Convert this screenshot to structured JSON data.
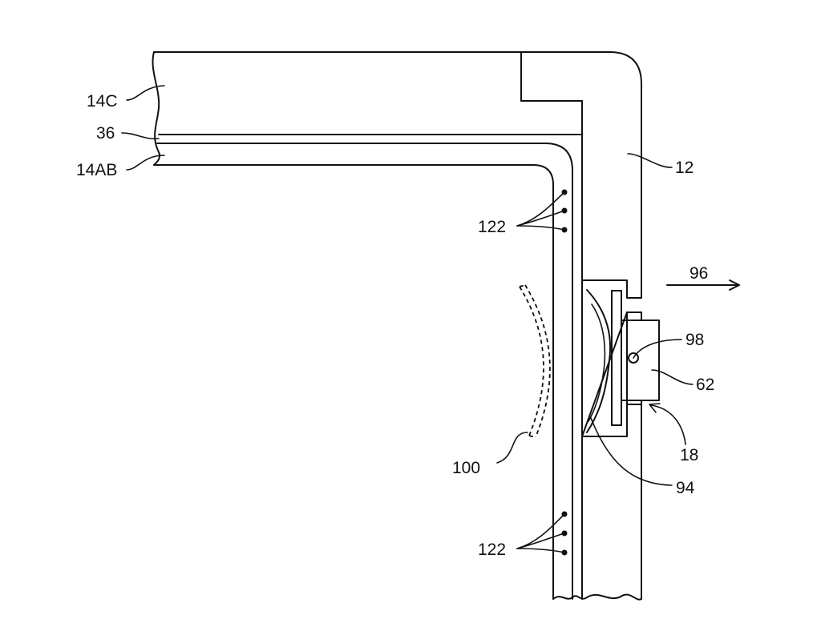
{
  "labels": {
    "ref_14c": "14C",
    "ref_36": "36",
    "ref_14ab": "14AB",
    "ref_12": "12",
    "ref_122_upper": "122",
    "ref_96": "96",
    "ref_98": "98",
    "ref_62": "62",
    "ref_18": "18",
    "ref_100": "100",
    "ref_94": "94",
    "ref_122_lower": "122"
  }
}
